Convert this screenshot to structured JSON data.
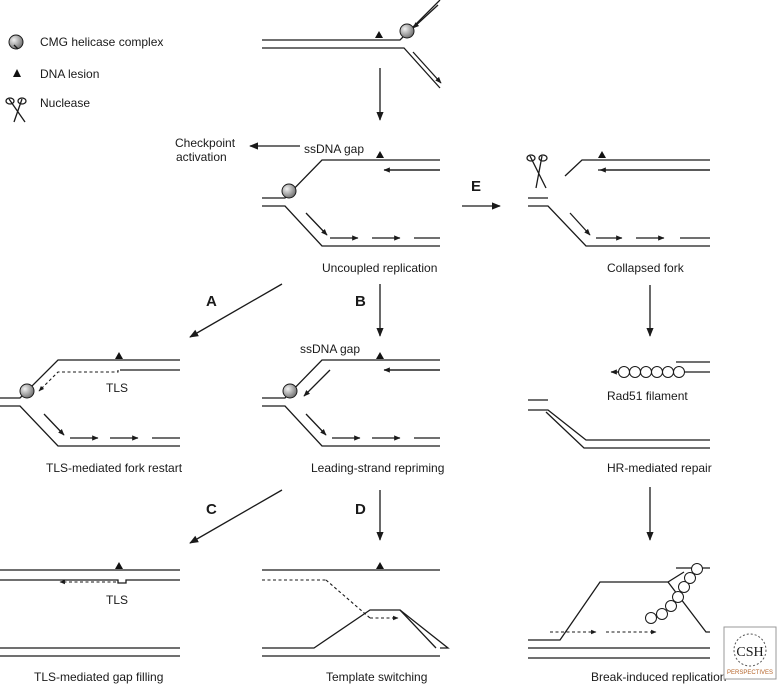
{
  "legend": {
    "cmg": "CMG helicase complex",
    "lesion": "DNA lesion",
    "nuclease": "Nuclease"
  },
  "labels": {
    "checkpoint_line1": "Checkpoint",
    "checkpoint_line2": "activation",
    "ssdna_gap": "ssDNA gap",
    "tls": "TLS",
    "rad51": "Rad51 filament"
  },
  "steps": {
    "A": "A",
    "B": "B",
    "C": "C",
    "D": "D",
    "E": "E"
  },
  "captions": {
    "uncoupled": "Uncoupled replication",
    "collapsed": "Collapsed fork",
    "tls_restart": "TLS-mediated fork restart",
    "repriming": "Leading-strand repriming",
    "hr": "HR-mediated repair",
    "gap_filling": "TLS-mediated gap filling",
    "template_switching": "Template switching",
    "bir": "Break-induced replication"
  },
  "logo": {
    "text": "CSH",
    "subtext": "PERSPECTIVES",
    "accent": "#b5642a"
  },
  "colors": {
    "line": "#1a1a1a",
    "helicase_light": "#eeeeee",
    "helicase_dark": "#7a7a7a"
  }
}
